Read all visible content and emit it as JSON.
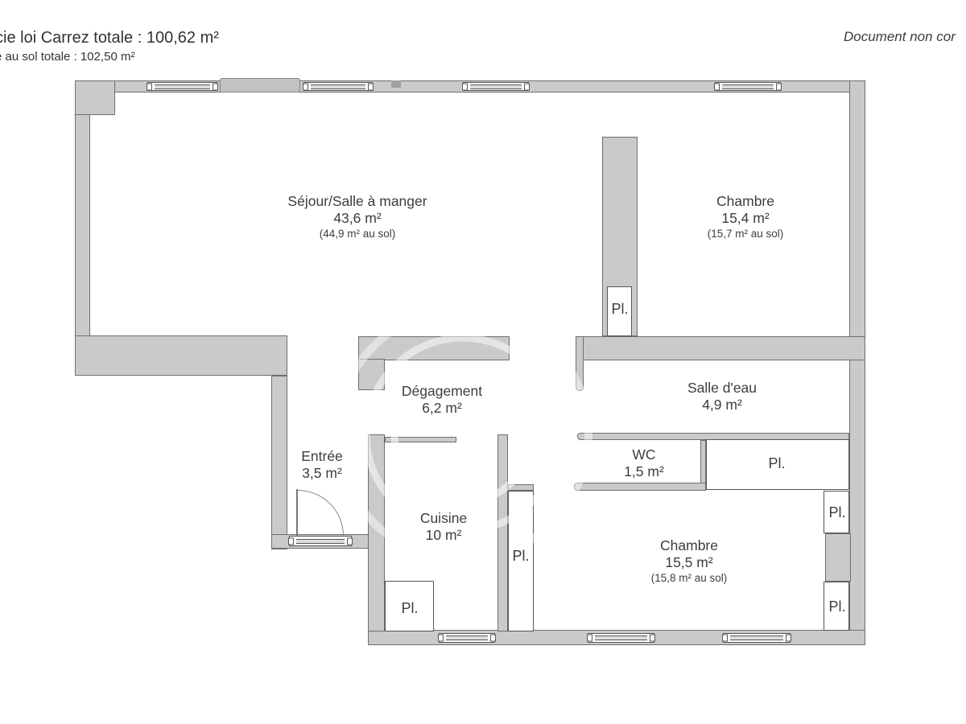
{
  "header": {
    "line1": "cie loi Carrez totale :  100,62 m²",
    "line2": "e au sol totale :  102,50 m²",
    "notice": "Document non cor"
  },
  "labels": {
    "closet": "Pl."
  },
  "rooms": {
    "sejour": {
      "name": "Séjour/Salle à manger",
      "area": "43,6 m²",
      "floor_area": "(44,9 m² au sol)"
    },
    "chambre1": {
      "name": "Chambre",
      "area": "15,4 m²",
      "floor_area": "(15,7 m² au sol)"
    },
    "degagement": {
      "name": "Dégagement",
      "area": "6,2 m²"
    },
    "salle_eau": {
      "name": "Salle d'eau",
      "area": "4,9 m²"
    },
    "wc": {
      "name": "WC",
      "area": "1,5 m²"
    },
    "entree": {
      "name": "Entrée",
      "area": "3,5 m²"
    },
    "cuisine": {
      "name": "Cuisine",
      "area": "10 m²"
    },
    "chambre2": {
      "name": "Chambre",
      "area": "15,5 m²",
      "floor_area": "(15,8 m² au sol)"
    }
  }
}
